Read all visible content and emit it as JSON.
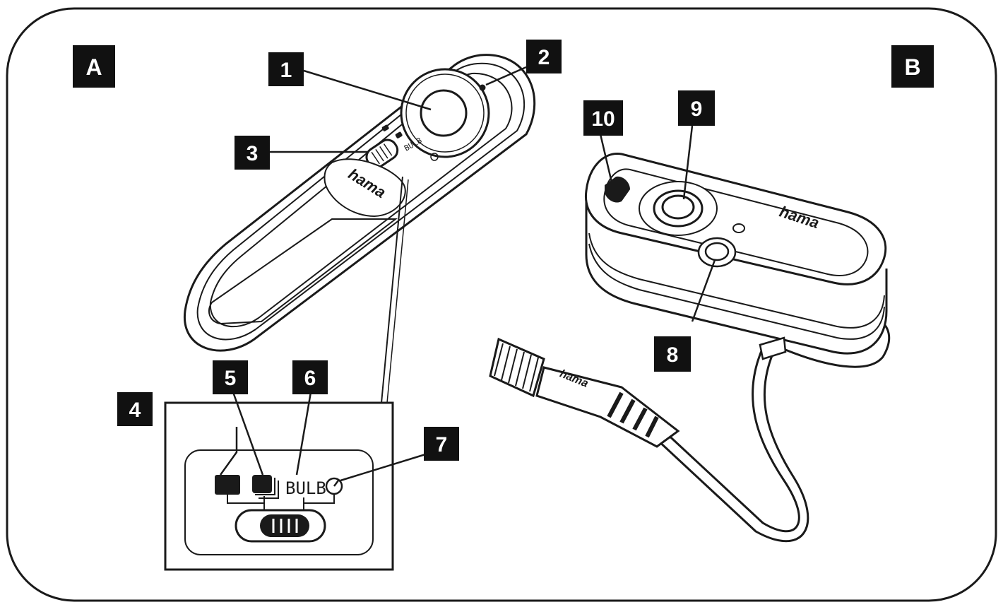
{
  "panels": {
    "a": "A",
    "b": "B"
  },
  "logo": "hama",
  "modes": {
    "bulb": "BULB"
  },
  "callouts": {
    "c1": "1",
    "c2": "2",
    "c3": "3",
    "c4": "4",
    "c5": "5",
    "c6": "6",
    "c7": "7",
    "c8": "8",
    "c9": "9",
    "c10": "10"
  },
  "colors": {
    "ink": "#1a1a1a",
    "paper": "#ffffff",
    "label_bg": "#111111"
  }
}
